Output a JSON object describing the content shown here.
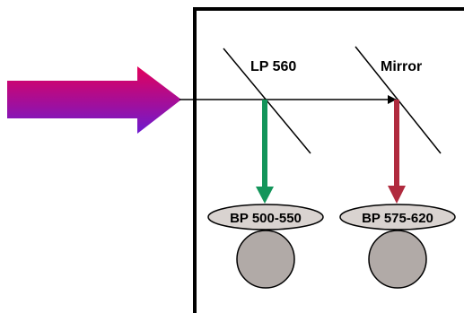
{
  "diagram": {
    "labels": {
      "dichroic": "LP 560",
      "mirror": "Mirror",
      "filter_left": "BP 500-550",
      "filter_right": "BP 575-620"
    },
    "colors": {
      "excitation_gradient_start": "#e3005a",
      "excitation_gradient_end": "#6d1bd0",
      "green_channel": "#13955a",
      "red_channel": "#b02a3e",
      "filter_fill": "#d9d3d0",
      "detector_fill": "#b1aaa7",
      "outline": "#000000"
    }
  }
}
